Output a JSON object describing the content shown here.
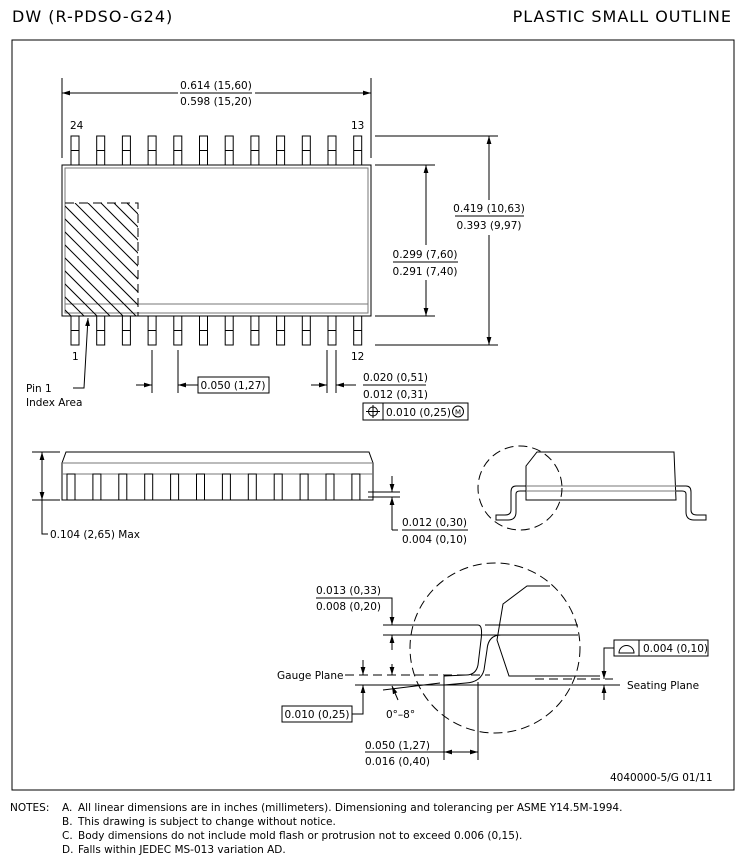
{
  "header": {
    "package_code": "DW (R-PDSO-G24)",
    "package_name": "PLASTIC SMALL OUTLINE"
  },
  "top_view": {
    "pin_labels": {
      "top_left": "24",
      "top_right": "13",
      "bottom_left": "1",
      "bottom_right": "12"
    },
    "pin_count": 24,
    "length_max": "0.614 (15,60)",
    "length_min": "0.598 (15,20)",
    "body_width_max": "0.299 (7,60)",
    "body_width_min": "0.291 (7,40)",
    "overall_width_max": "0.419 (10,63)",
    "overall_width_min": "0.393 (9,97)",
    "pitch": "0.050 (1,27)",
    "lead_width_max": "0.020 (0,51)",
    "lead_width_min": "0.012 (0,31)",
    "position_tolerance": "0.010 (0,25)",
    "position_modifier": "M",
    "pin1_label_line1": "Pin 1",
    "pin1_label_line2": "Index Area"
  },
  "side_view": {
    "height_max": "0.104 (2,65) Max",
    "standoff_max": "0.012 (0,30)",
    "standoff_min": "0.004 (0,10)"
  },
  "detail": {
    "lead_thickness_max": "0.013 (0,33)",
    "lead_thickness_min": "0.008 (0,20)",
    "gauge_plane": "Gauge Plane",
    "gauge_offset": "0.010 (0,25)",
    "angle": "0°–8°",
    "foot_length_max": "0.050 (1,27)",
    "foot_length_min": "0.016 (0,40)",
    "coplanarity": "0.004 (0,10)",
    "seating_plane": "Seating Plane"
  },
  "doc_number": "4040000-5/G 01/11",
  "notes": {
    "title": "NOTES:",
    "items": [
      {
        "key": "A.",
        "text": "All linear dimensions are in inches (millimeters). Dimensioning and tolerancing per ASME Y14.5M-1994."
      },
      {
        "key": "B.",
        "text": "This drawing is subject to change without notice."
      },
      {
        "key": "C.",
        "text": "Body dimensions do not include mold flash or protrusion not to exceed 0.006 (0,15)."
      },
      {
        "key": "D.",
        "text": "Falls within JEDEC MS-013 variation AD."
      }
    ]
  }
}
